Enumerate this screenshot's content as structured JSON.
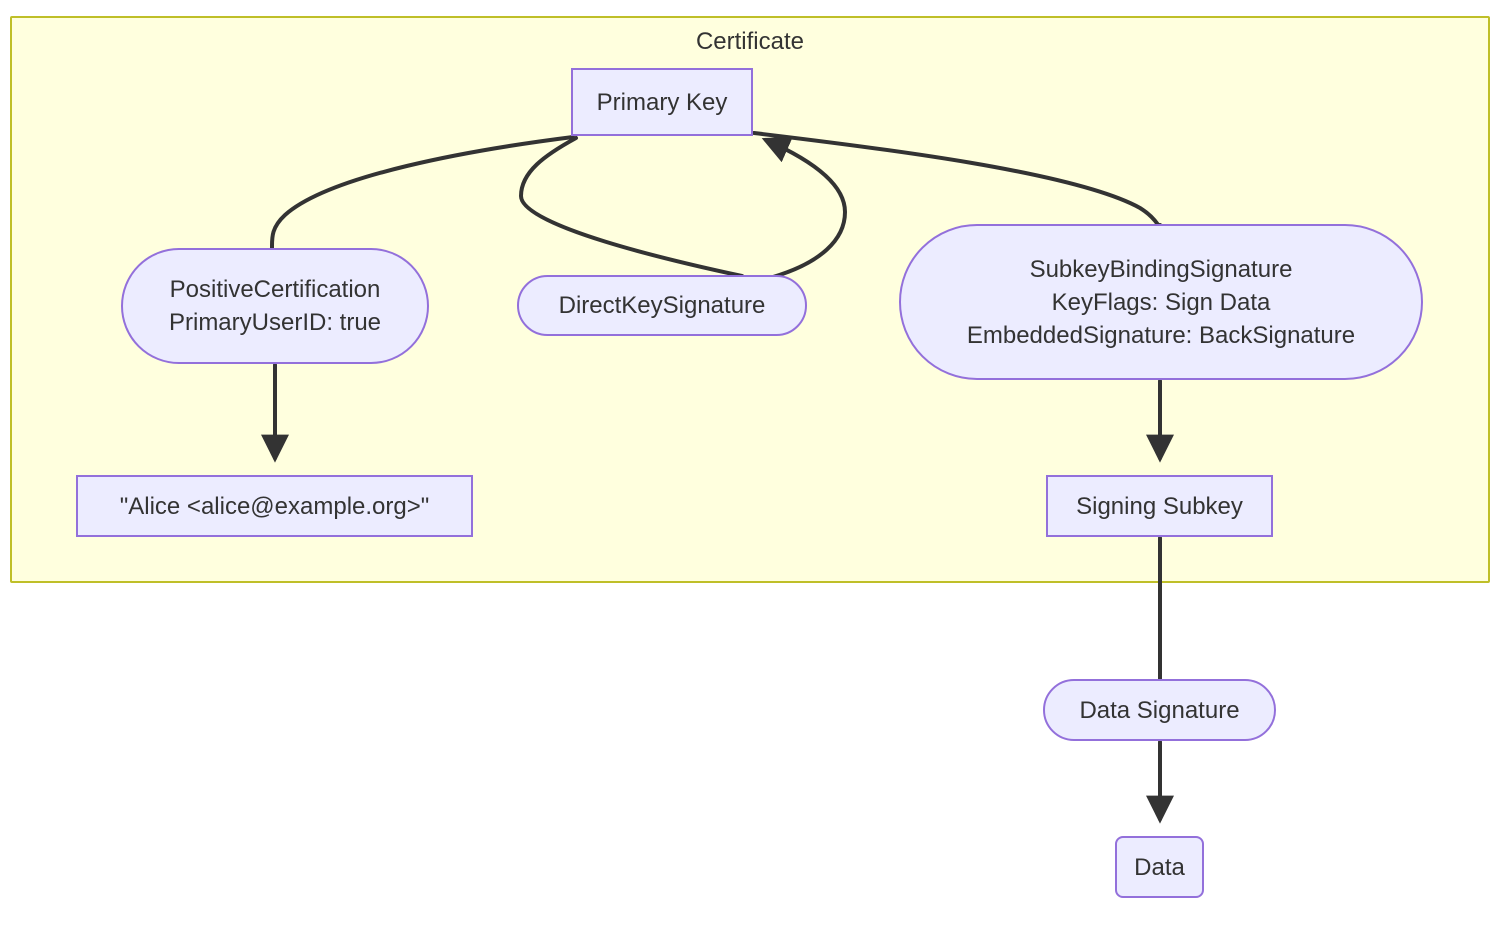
{
  "diagram": {
    "type": "flowchart",
    "title": "Certificate",
    "background_color": "#ffffff",
    "subgraph": {
      "label": "Certificate",
      "fill_color": "#ffffde",
      "border_color": "#bfbf28"
    },
    "node_style": {
      "fill_color": "#ececff",
      "border_color": "#9370db",
      "text_color": "#333333"
    },
    "edge_style": {
      "color": "#333333",
      "arrow": "filled-triangle"
    },
    "nodes": [
      {
        "id": "primary-key",
        "label": "Primary Key",
        "shape": "rect",
        "inside_subgraph": true
      },
      {
        "id": "positive-certification",
        "label": "PositiveCertification\nPrimaryUserID: true",
        "shape": "stadium",
        "inside_subgraph": true
      },
      {
        "id": "direct-key-signature",
        "label": "DirectKeySignature",
        "shape": "stadium",
        "inside_subgraph": true
      },
      {
        "id": "subkey-binding-signature",
        "label": "SubkeyBindingSignature\nKeyFlags: Sign Data\nEmbeddedSignature: BackSignature",
        "shape": "stadium",
        "inside_subgraph": true
      },
      {
        "id": "user-id",
        "label": "\"Alice <alice@example.org>\"",
        "shape": "rect",
        "inside_subgraph": true
      },
      {
        "id": "signing-subkey",
        "label": "Signing Subkey",
        "shape": "rect",
        "inside_subgraph": true
      },
      {
        "id": "data-signature",
        "label": "Data Signature",
        "shape": "stadium",
        "inside_subgraph": false
      },
      {
        "id": "data",
        "label": "Data",
        "shape": "round-rect",
        "inside_subgraph": false
      }
    ],
    "edges": [
      {
        "from": "primary-key",
        "to": "positive-certification",
        "arrowhead": false
      },
      {
        "from": "primary-key",
        "to": "direct-key-signature",
        "arrowhead": false
      },
      {
        "from": "direct-key-signature",
        "to": "primary-key",
        "arrowhead": true
      },
      {
        "from": "primary-key",
        "to": "subkey-binding-signature",
        "arrowhead": false
      },
      {
        "from": "positive-certification",
        "to": "user-id",
        "arrowhead": true
      },
      {
        "from": "subkey-binding-signature",
        "to": "signing-subkey",
        "arrowhead": true
      },
      {
        "from": "signing-subkey",
        "to": "data-signature",
        "arrowhead": false
      },
      {
        "from": "data-signature",
        "to": "data",
        "arrowhead": true
      }
    ]
  }
}
